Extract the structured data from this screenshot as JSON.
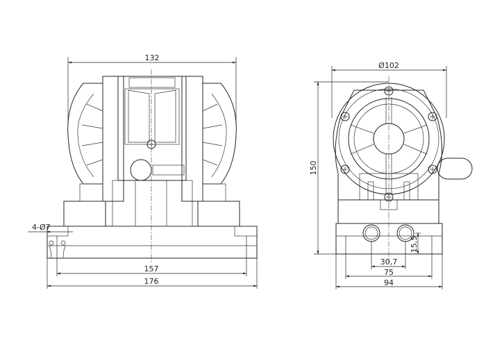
{
  "front_view": {
    "dim_width_top": "132",
    "dim_holes": "4-Ø7",
    "dim_hole_spacing": "157",
    "dim_base_length": "176"
  },
  "side_view": {
    "dim_diameter": "Ø102",
    "dim_height": "150",
    "dim_port_height": "15,5",
    "dim_port_spacing": "30,7",
    "dim_hole_spacing": "75",
    "dim_base_width": "94"
  }
}
